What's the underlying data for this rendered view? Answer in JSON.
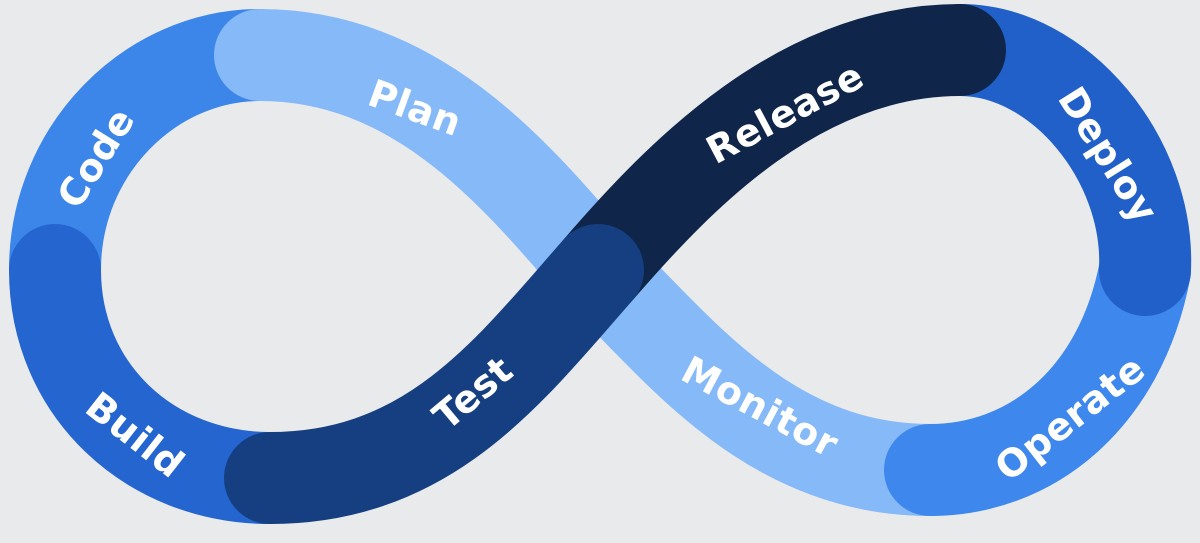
{
  "stages": [
    {
      "id": "plan",
      "label": "Plan",
      "color": "#86b9f7"
    },
    {
      "id": "code",
      "label": "Code",
      "color": "#3c86ea"
    },
    {
      "id": "build",
      "label": "Build",
      "color": "#2565cf"
    },
    {
      "id": "test",
      "label": "Test",
      "color": "#153f80"
    },
    {
      "id": "release",
      "label": "Release",
      "color": "#0f2549"
    },
    {
      "id": "deploy",
      "label": "Deploy",
      "color": "#2060c8"
    },
    {
      "id": "operate",
      "label": "Operate",
      "color": "#3d87ed"
    },
    {
      "id": "monitor",
      "label": "Monitor",
      "color": "#86b9f7"
    }
  ],
  "background": "#e9eaec"
}
